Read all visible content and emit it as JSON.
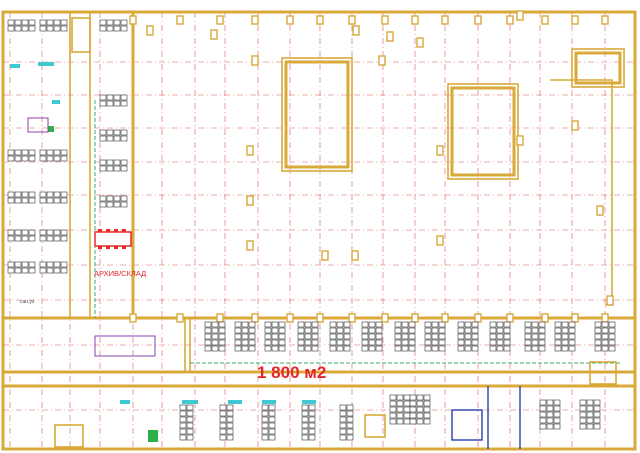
{
  "plan": {
    "area_label": "1 800 м2",
    "archive_label": "АРХИВ/СКЛАД",
    "small_room_label": "сан.уз"
  },
  "colors": {
    "walls": "#d9a93a",
    "grid_axes": "#e05a5a",
    "area_text": "#e3262a",
    "accent_teal": "#3ec8d2",
    "accent_green": "#2db24a"
  }
}
